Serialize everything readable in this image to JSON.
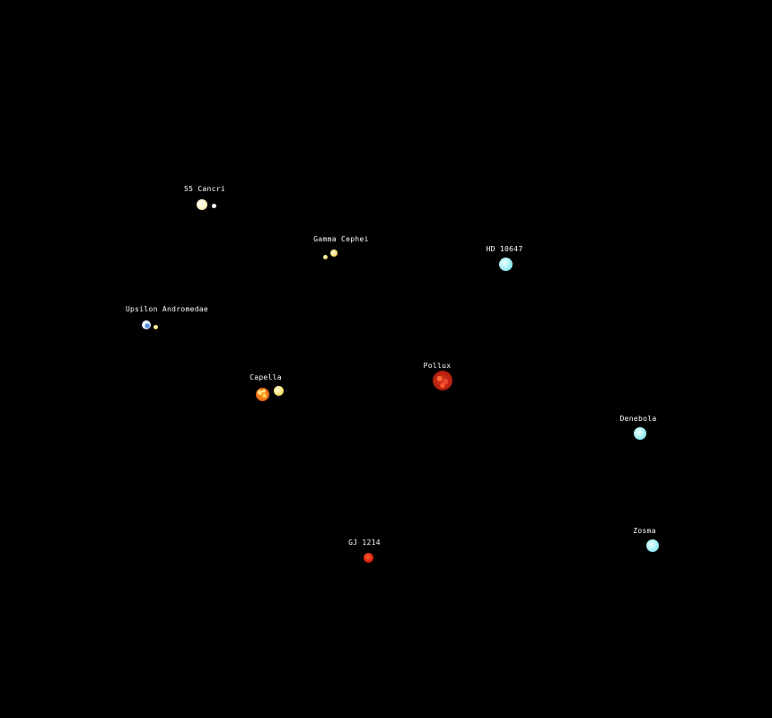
{
  "systems": [
    {
      "id": "55-cancri",
      "name": "55 Cancri",
      "stars": [
        "yellow-white",
        "white"
      ]
    },
    {
      "id": "gamma-cephei",
      "name": "Gamma Cephei",
      "stars": [
        "yellow",
        "yellow"
      ]
    },
    {
      "id": "hd-10647",
      "name": "HD 10647",
      "stars": [
        "cyan"
      ]
    },
    {
      "id": "upsilon-andromedae",
      "name": "Upsilon Andromedae",
      "stars": [
        "blue-white",
        "yellow"
      ]
    },
    {
      "id": "capella",
      "name": "Capella",
      "stars": [
        "orange-mottled",
        "yellow"
      ]
    },
    {
      "id": "pollux",
      "name": "Pollux",
      "stars": [
        "red-mottled"
      ]
    },
    {
      "id": "denebola",
      "name": "Denebola",
      "stars": [
        "cyan"
      ]
    },
    {
      "id": "zosma",
      "name": "Zosma",
      "stars": [
        "cyan"
      ]
    },
    {
      "id": "gj-1214",
      "name": "GJ 1214",
      "stars": [
        "red"
      ]
    }
  ],
  "colors": {
    "background": "#000000",
    "label": "#ffffff"
  }
}
